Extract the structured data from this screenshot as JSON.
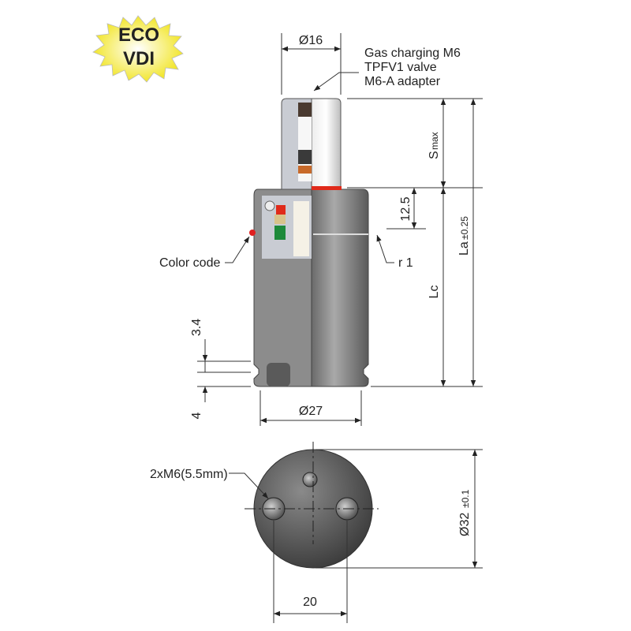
{
  "badge": {
    "line1": "ECO",
    "line2": "VDI"
  },
  "labels": {
    "gas_line1": "Gas charging M6",
    "gas_line2": "TPFV1 valve",
    "gas_line3": "M6-A adapter",
    "color_code": "Color code",
    "radius": "r 1",
    "threads": "2xM6(5.5mm)"
  },
  "dimensions": {
    "rod_dia": "Ø16",
    "stroke_main": "S",
    "stroke_sub": "max",
    "d12_5": "12.5",
    "la_main": "La",
    "la_tol": "±0.25",
    "lc": "Lc",
    "d3_4": "3.4",
    "d4": "4",
    "body_dia": "Ø27",
    "flange_dia_main": "Ø32",
    "flange_dia_tol": "±0.1",
    "hole_spacing": "20"
  },
  "colors": {
    "badge": "#f5ee3a",
    "color_code_dot": "#e02020",
    "seal": "#e02a1a"
  }
}
